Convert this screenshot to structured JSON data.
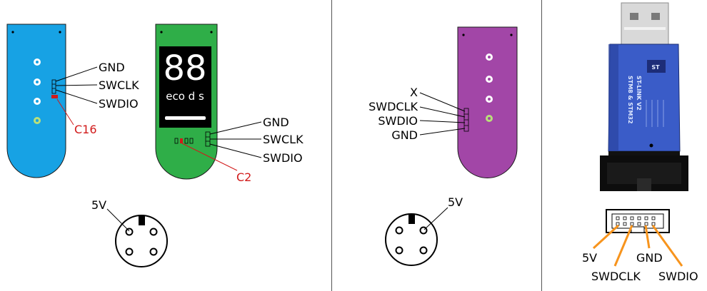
{
  "colors": {
    "blue_board": "#17a2e4",
    "green_board": "#2fae48",
    "purple_board": "#a246a7",
    "callout_red": "#d11a1a",
    "wire_orange": "#f7941d",
    "stick_blue": "#3a5cc8"
  },
  "left_panel": {
    "blue_board": {
      "pins": [
        "GND",
        "SWCLK",
        "SWDIO"
      ],
      "component": "C16"
    },
    "green_board": {
      "display_digits": "88",
      "display_modes": "eco d s",
      "pins": [
        "GND",
        "SWCLK",
        "SWDIO"
      ],
      "component": "C2"
    },
    "connector_label": "5V"
  },
  "middle_panel": {
    "purple_board": {
      "pins": [
        "X",
        "SWDCLK",
        "SWDIO",
        "GND"
      ]
    },
    "connector_label": "5V"
  },
  "right_panel": {
    "stlink": {
      "brand_mark": "ST",
      "title": "ST-LINK V2",
      "subtitle": "STM8 & STM32"
    },
    "header_pins": {
      "left": "5V",
      "bottom_left": "SWDCLK",
      "middle": "GND",
      "right": "SWDIO"
    }
  }
}
